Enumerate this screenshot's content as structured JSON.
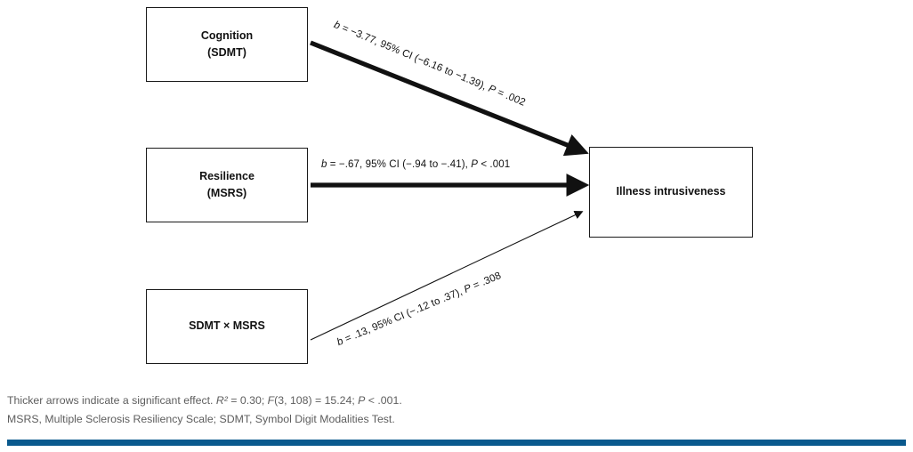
{
  "figure": {
    "type": "path-diagram",
    "accent_color": "#09598d",
    "nodes": [
      {
        "id": "cognition",
        "line1": "Cognition",
        "line2": "(SDMT)"
      },
      {
        "id": "resilience",
        "line1": "Resilience",
        "line2": "(MSRS)"
      },
      {
        "id": "interaction",
        "line1": "SDMT × MSRS",
        "line2": ""
      },
      {
        "id": "outcome",
        "line1": "Illness intrusiveness",
        "line2": ""
      }
    ],
    "paths": [
      {
        "id": "cognition-to-outcome",
        "from": "cognition",
        "to": "outcome",
        "significant": true,
        "thickness": "thick",
        "b": "-3.77",
        "ci_low": "-6.16",
        "ci_high": "-1.39",
        "p": ".002",
        "label": "b = −3.77, 95% CI (−6.16 to −1.39), P = .002",
        "label_prefix_italic": "b",
        "label_rest": " = −3.77, 95% CI (−6.16 to −1.39), ",
        "label_p_italic": "P",
        "label_p_rest": " = .002"
      },
      {
        "id": "resilience-to-outcome",
        "from": "resilience",
        "to": "outcome",
        "significant": true,
        "thickness": "thick",
        "b": "-.67",
        "ci_low": "-.94",
        "ci_high": "-.41",
        "p": "<.001",
        "label": "b = −.67, 95% CI (−.94 to −.41), P < .001",
        "label_prefix_italic": "b",
        "label_rest": " = −.67, 95% CI (−.94 to −.41), ",
        "label_p_italic": "P",
        "label_p_rest": " < .001"
      },
      {
        "id": "interaction-to-outcome",
        "from": "interaction",
        "to": "outcome",
        "significant": false,
        "thickness": "thin",
        "b": ".13",
        "ci_low": "-.12",
        "ci_high": ".37",
        "p": ".308",
        "label": "b = .13, 95% CI (−.12 to .37), P = .308",
        "label_prefix_italic": "b",
        "label_rest": " = .13, 95% CI (−.12 to .37), ",
        "label_p_italic": "P",
        "label_p_rest": " = .308"
      }
    ],
    "footnotes": {
      "line1_part1": "Thicker arrows indicate a significant effect. ",
      "line1_r2_italic": "R²",
      "line1_r2_value": " = 0.30; ",
      "line1_f_italic": "F",
      "line1_f_value": "(3, 108) = 15.24; ",
      "line1_p_italic": "P",
      "line1_p_value": " < .001.",
      "line1_full": "Thicker arrows indicate a significant effect. R² = 0.30; F(3, 108) = 15.24; P < .001.",
      "line2_full": "MSRS, Multiple Sclerosis Resiliency Scale; SDMT, Symbol Digit Modalities Test."
    },
    "model_stats": {
      "r_squared": "0.30",
      "f_df1": "3",
      "f_df2": "108",
      "f_value": "15.24",
      "p_value": "<.001"
    }
  }
}
